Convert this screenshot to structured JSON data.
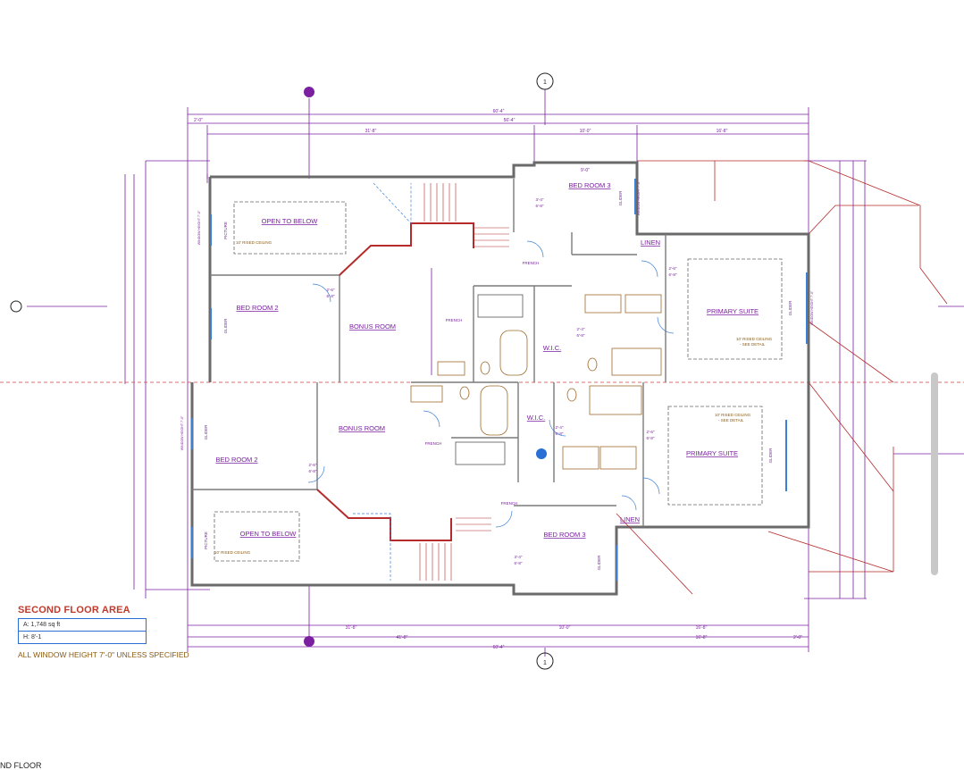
{
  "colors": {
    "wall": "#7a7a7a",
    "purple": "#7a1fa0",
    "red": "#b52a2a",
    "blue": "#3b7fd6",
    "tan": "#a06a2a"
  },
  "plan": {
    "callouts": {
      "top": "1",
      "bottom": "1",
      "left_mark": "",
      "right_mark": ""
    },
    "top_dims": {
      "overall": "60'-4\"",
      "inner": "56'-4\"",
      "left_margin": "2'-0\"",
      "left_seg": "31'-8\"",
      "mid_seg": "10'-0\"",
      "right_seg": "16'-8\"",
      "stair_seg": "9'-0\""
    },
    "bottom_dims": {
      "overall": "60'-4\"",
      "seg_a": "31'-8\"",
      "seg_b": "10'-0\"",
      "seg_c": "16'-8\"",
      "seg_d": "41'-8\"",
      "seg_e": "16'-8\"",
      "seg_f": "2'-0\""
    },
    "rooms": {
      "open_to_below_top": "OPEN TO BELOW",
      "bed2_top": "BED ROOM 2",
      "bonus_top": "BONUS ROOM",
      "bed3_top": "BED ROOM 3",
      "primary_top": "PRIMARY SUITE",
      "wic_top": "W.I.C.",
      "linen_top": "LINEN",
      "open_to_below_bottom": "OPEN TO BELOW",
      "bed2_bottom": "BED ROOM 2",
      "bonus_bottom": "BONUS ROOM",
      "bed3_bottom": "BED ROOM 3",
      "primary_bottom": "PRIMARY SUITE",
      "wic_bottom": "W.I.C.",
      "linen_bottom": "LINEN"
    },
    "notes": {
      "raised_ceiling": "10' RISED CEILING",
      "see_detail": "- SEE DETAIL",
      "glider": "GLIDER",
      "picture": "PICTURE",
      "french": "FRENCH",
      "window_h": "WINDOW HEIGHT 7'-0\""
    },
    "door_tags": [
      "2'-6\"",
      "6'-8\"",
      "2'-4\"",
      "3'-4\"",
      "2'-8\""
    ]
  },
  "legend": {
    "title": "SECOND FLOOR AREA",
    "area": "A: 1,748 sq ft",
    "height": "H: 8'-1",
    "window_note": "ALL WINDOW HEIGHT 7'-0\" UNLESS SPECIFIED"
  },
  "footer": {
    "cut_label": "ND FLOOR"
  }
}
